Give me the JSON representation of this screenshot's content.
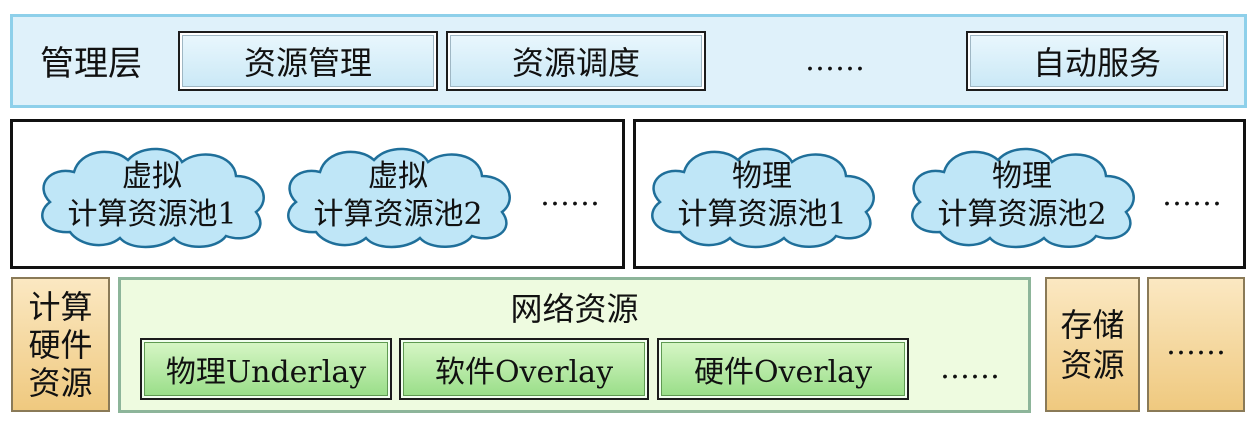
{
  "management": {
    "label": "管理层",
    "items": [
      "资源管理",
      "资源调度",
      "自动服务"
    ],
    "ellipsis": "……"
  },
  "virtual_pools": {
    "pools": [
      {
        "line1": "虚拟",
        "line2": "计算资源池1"
      },
      {
        "line1": "虚拟",
        "line2": "计算资源池2"
      }
    ],
    "ellipsis": "……"
  },
  "physical_pools": {
    "pools": [
      {
        "line1": "物理",
        "line2": "计算资源池1"
      },
      {
        "line1": "物理",
        "line2": "计算资源池2"
      }
    ],
    "ellipsis": "……"
  },
  "compute_hardware": {
    "line1": "计算",
    "line2": "硬件",
    "line3": "资源"
  },
  "network": {
    "title": "网络资源",
    "items": [
      "物理Underlay",
      "软件Overlay",
      "硬件Overlay"
    ],
    "ellipsis": "……"
  },
  "storage": {
    "line1": "存储",
    "line2": "资源"
  },
  "extra": {
    "ellipsis": "……"
  },
  "colors": {
    "management_bg": "#dff1fa",
    "management_border": "#8ed0ea",
    "cloud_fill": "#bfe6f7",
    "cloud_stroke": "#1f6f9a",
    "network_bg": "#eefbe0",
    "network_button": "#97dd86",
    "gold": "#efc97f"
  }
}
